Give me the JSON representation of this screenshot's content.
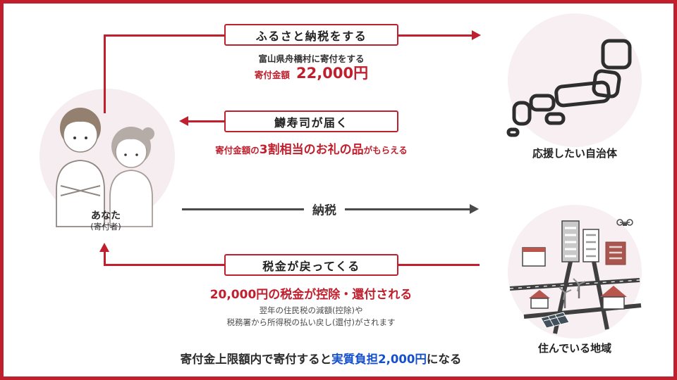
{
  "colors": {
    "accent_red": "#c01f2d",
    "highlight_blue": "#1450cc",
    "arrow_gray": "#4a4a4a",
    "text_dark": "#2b2b2b"
  },
  "icons": {
    "donor": "couple-icon",
    "municipality": "japan-map-icon",
    "region": "city-icon"
  },
  "donor": {
    "label": "あなた",
    "sublabel": "(寄付者)"
  },
  "municipality": {
    "label": "応援したい自治体"
  },
  "region": {
    "label": "住んでいる地域"
  },
  "donate": {
    "box": "ふるさと納税をする",
    "desc": "富山県舟橋村に寄付をする",
    "amount_label": "寄付金額",
    "amount_value": "22,000円"
  },
  "gift": {
    "box": "鱒寿司が届く",
    "note_prefix": "寄付金額の",
    "note_highlight": "3割相当のお礼の品",
    "note_suffix": "がもらえる"
  },
  "tax": {
    "label": "納税"
  },
  "refund": {
    "box": "税金が戻ってくる",
    "headline": "20,000円の税金が控除・還付される",
    "detail1": "翌年の住民税の減額(控除)や",
    "detail2": "税務署から所得税の払い戻し(還付)がされます"
  },
  "footer": {
    "prefix": "寄付金上限額内で寄付すると",
    "highlight": "実質負担2,000円",
    "suffix": "になる"
  }
}
